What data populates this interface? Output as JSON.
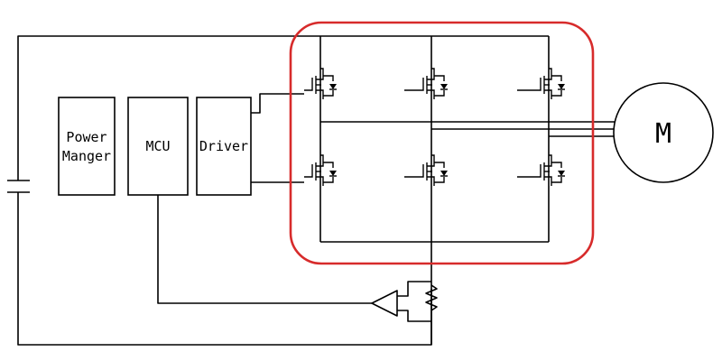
{
  "blocks": {
    "power_manager": {
      "line1": "Power",
      "line2": "Manger"
    },
    "mcu": {
      "label": "MCU"
    },
    "driver": {
      "label": "Driver"
    }
  },
  "motor": {
    "label": "M"
  },
  "colors": {
    "highlight": "#d72b2b",
    "line": "#000000"
  },
  "icons": [
    "mosfet-icon",
    "diode-icon",
    "capacitor-icon",
    "amplifier-icon",
    "resistor-icon"
  ]
}
